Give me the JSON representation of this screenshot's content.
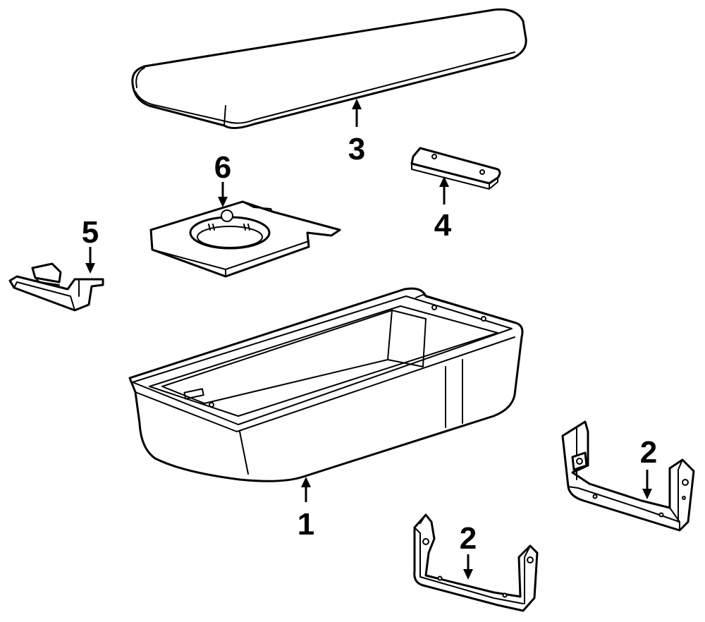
{
  "callouts": {
    "armrest_lid": "3",
    "cup_holder_insert": "6",
    "hinge_plate": "4",
    "latch_bracket": "5",
    "console_base": "1",
    "mount_bracket_right": "2",
    "mount_bracket_center": "2"
  },
  "colors": {
    "line": "#000000",
    "paper": "#ffffff"
  }
}
